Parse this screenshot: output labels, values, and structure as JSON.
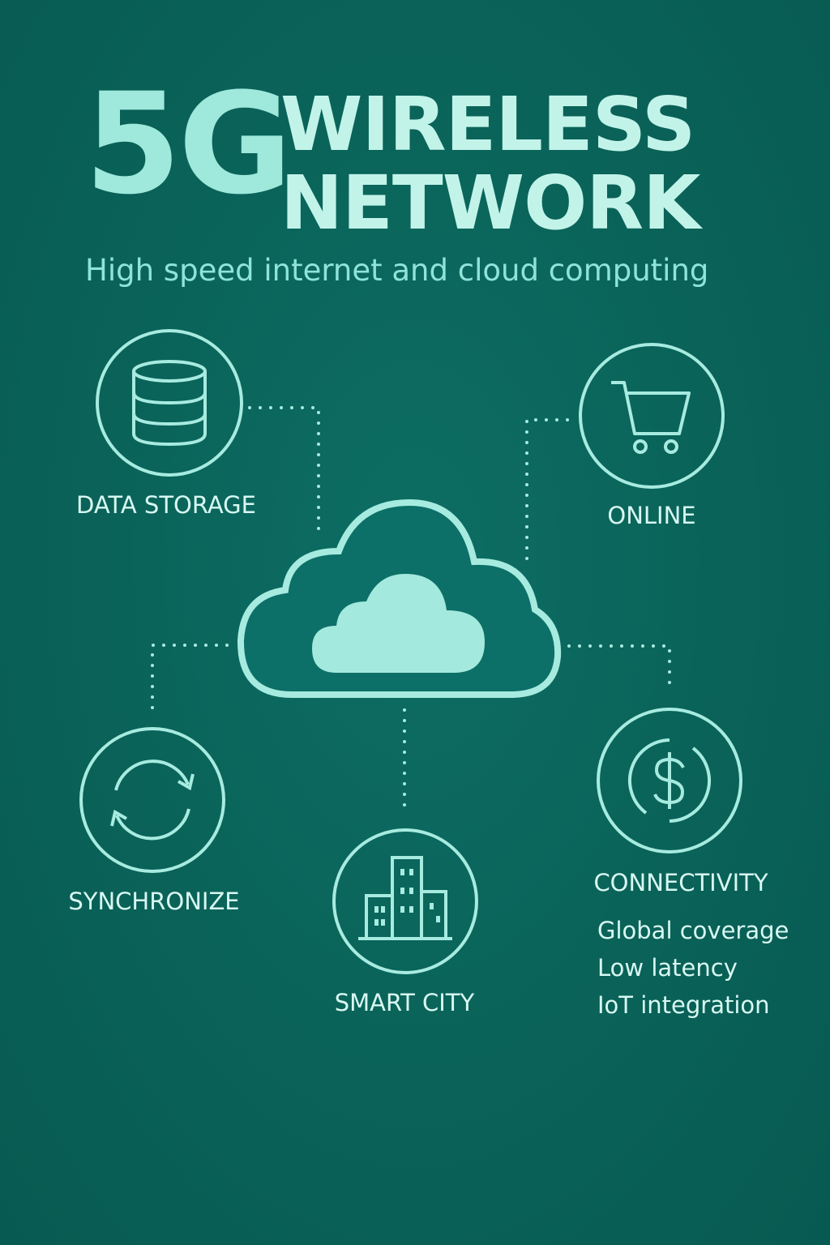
{
  "title": {
    "big": "5G",
    "line1": "WIRELESS",
    "line2": "NETWORK"
  },
  "subtitle": "High speed internet and cloud computing",
  "nodes": {
    "data_storage": "DATA STORAGE",
    "online": "ONLINE",
    "synchronize": "SYNCHRONIZE",
    "smart_city": "SMART CITY",
    "connectivity": "CONNECTIVITY"
  },
  "connectivity_features": [
    "Global coverage",
    "Low latency",
    "IoT integration"
  ],
  "colors": {
    "background": "#0a6359",
    "accent": "#a7ebe0",
    "text": "#d8f8f2"
  }
}
